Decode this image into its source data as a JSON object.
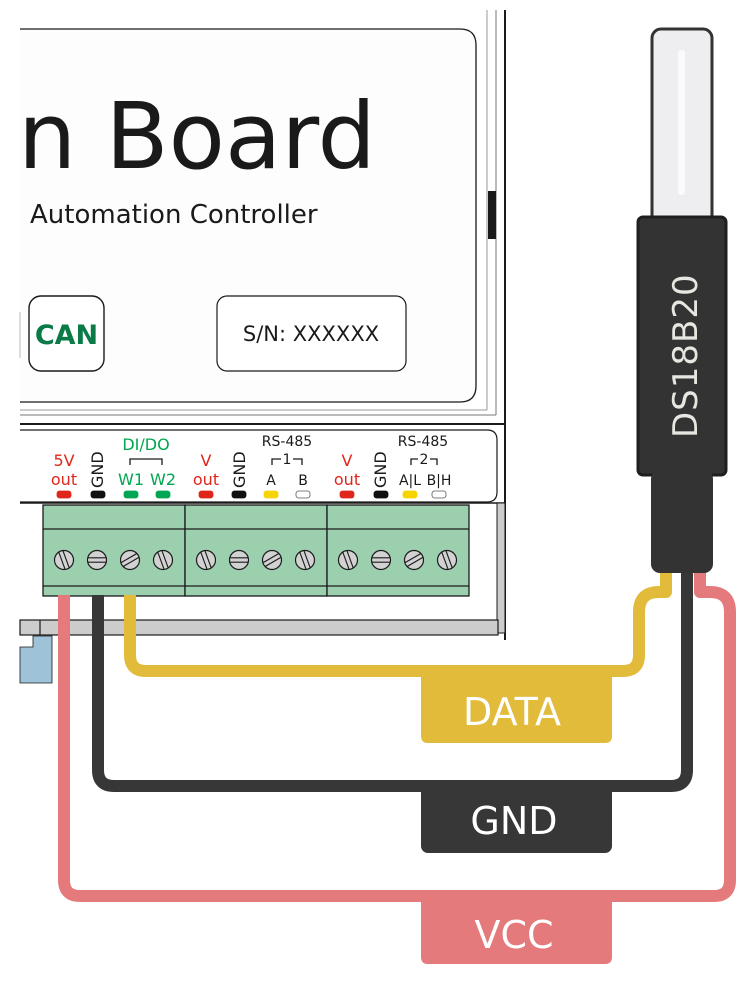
{
  "board": {
    "title": "n Board",
    "subtitle": "Automation  Controller",
    "can_logo": "CAN",
    "serial": "S/N: XXXXXX",
    "colors": {
      "terminal_green": "#9ccfae",
      "rail_gray": "#cccccc",
      "din_blue": "#9ec3d8"
    }
  },
  "pins": {
    "group1": {
      "p5v_top": "5V",
      "p5v_bottom": "out",
      "gnd": "GND",
      "dido_header": "DI/DO",
      "w1": "W1",
      "w2": "W2"
    },
    "group2": {
      "v_top": "V",
      "v_bottom": "out",
      "gnd": "GND",
      "rs485_header": "RS-485",
      "bus_num": "1",
      "a": "A",
      "b": "B"
    },
    "group3": {
      "v_top": "V",
      "v_bottom": "out",
      "gnd": "GND",
      "rs485_header": "RS-485",
      "bus_num": "2",
      "a": "A|L",
      "b": "B|H"
    },
    "led_colors": {
      "red": "#e0261b",
      "black": "#111111",
      "green": "#00a651",
      "yellow": "#f5d400",
      "white": "#ffffff"
    }
  },
  "sensor": {
    "label": "DS18B20",
    "body_color": "#333333",
    "probe_color": "#eeeef0"
  },
  "wires": [
    {
      "name": "data",
      "label": "DATA",
      "color": "#e2bb3b",
      "terminal": "W1"
    },
    {
      "name": "gnd",
      "label": "GND",
      "color": "#383737",
      "terminal": "GND"
    },
    {
      "name": "vcc",
      "label": "VCC",
      "color": "#e57a7c",
      "terminal": "5V out"
    }
  ]
}
